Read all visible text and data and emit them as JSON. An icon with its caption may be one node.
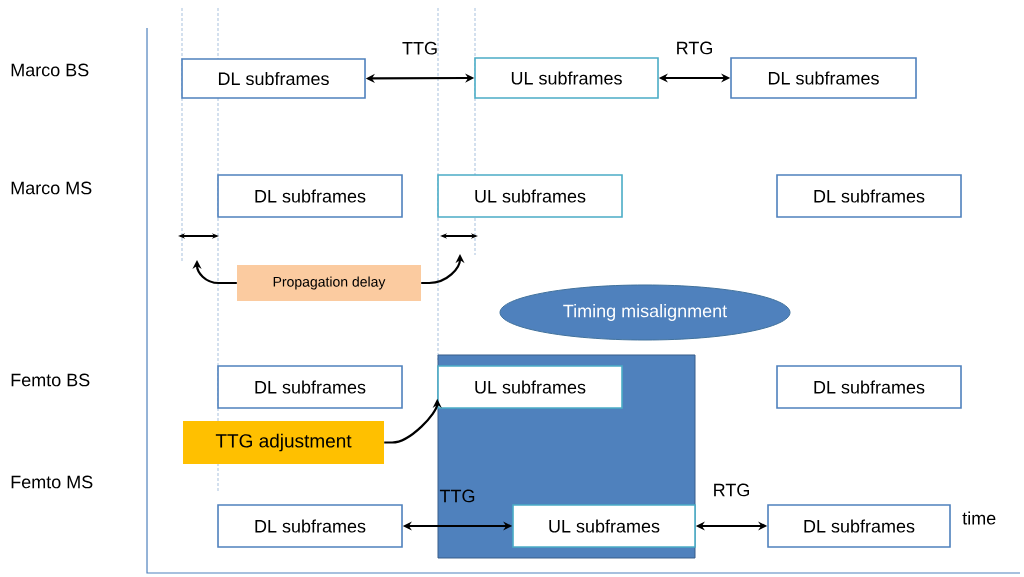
{
  "diagram": {
    "nodes": [
      {
        "text": [
          "DL subframes"
        ]
      },
      {
        "text": [
          "UL subframes"
        ]
      },
      {
        "text": [
          "DL subframes"
        ]
      },
      {
        "text": [
          "DL subframes"
        ]
      },
      {
        "text": [
          "UL subframes"
        ]
      },
      {
        "text": [
          "DL subframes"
        ]
      },
      {
        "text": [
          "Propagation delay"
        ]
      },
      {
        "text": [
          "Timing misalignment"
        ]
      },
      {
        "text": [
          "DL subframes"
        ]
      },
      {
        "text": [],
        "shape": "box"
      },
      {
        "text": [
          "UL subframes"
        ],
        "in": 9
      },
      {
        "text": [
          "DL subframes"
        ]
      },
      {
        "text": [
          "TTG adjustment"
        ]
      },
      {
        "text": [
          "DL subframes"
        ]
      },
      {
        "text": [
          "UL subframes"
        ],
        "in": 9
      },
      {
        "text": [
          "DL subframes"
        ]
      }
    ],
    "edges": [
      {
        "from": 0,
        "to": 1,
        "arrow": "both",
        "label": "TTG"
      },
      {
        "from": 1,
        "to": 2,
        "arrow": "both",
        "label": "RTG"
      },
      {
        "from": 13,
        "to": 14,
        "arrow": "both",
        "label": "TTG"
      },
      {
        "from": 14,
        "to": 15,
        "arrow": "both",
        "label": "RTG"
      },
      {
        "from": 6,
        "to": null,
        "arrow": "to"
      },
      {
        "from": 6,
        "to": null,
        "arrow": "to"
      },
      {
        "from": 12,
        "to": 10,
        "arrow": "to"
      }
    ],
    "labels": [
      "Marco BS",
      "Marco MS",
      "Femto BS",
      "Femto MS",
      "time"
    ]
  }
}
